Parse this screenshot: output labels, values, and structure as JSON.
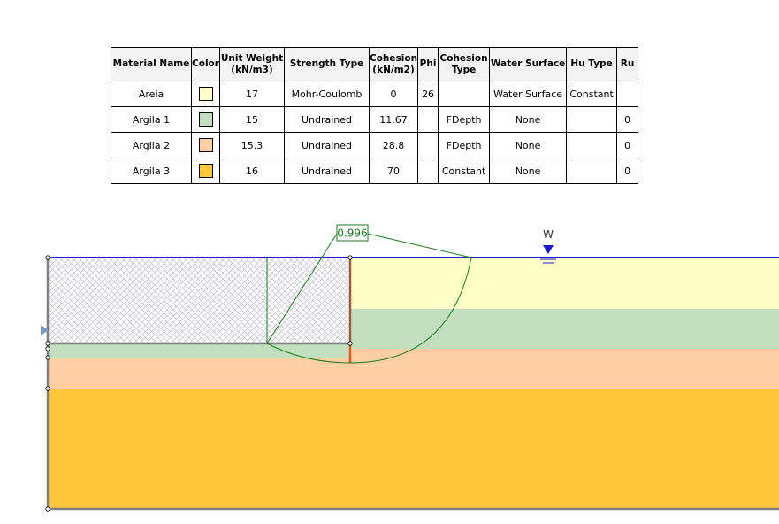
{
  "table": {
    "headers": [
      {
        "key": "name",
        "lines": [
          "Material Name"
        ]
      },
      {
        "key": "color",
        "lines": [
          "Color"
        ]
      },
      {
        "key": "unit_weight",
        "lines": [
          "Unit Weight",
          "(kN/m3)"
        ]
      },
      {
        "key": "strength_type",
        "lines": [
          "Strength Type"
        ]
      },
      {
        "key": "cohesion",
        "lines": [
          "Cohesion",
          "(kN/m2)"
        ]
      },
      {
        "key": "phi",
        "lines": [
          "Phi"
        ]
      },
      {
        "key": "cohesion_type",
        "lines": [
          "Cohesion",
          "Type"
        ]
      },
      {
        "key": "water_surface",
        "lines": [
          "Water Surface"
        ]
      },
      {
        "key": "hu_type",
        "lines": [
          "Hu Type"
        ]
      },
      {
        "key": "ru",
        "lines": [
          "Ru"
        ]
      }
    ],
    "rows": [
      {
        "name": "Areia",
        "color": "#fefec6",
        "unit_weight": "17",
        "strength_type": "Mohr-Coulomb",
        "cohesion": "0",
        "phi": "26",
        "cohesion_type": "",
        "water_surface": "Water Surface",
        "hu_type": "Constant",
        "ru": ""
      },
      {
        "name": "Argila 1",
        "color": "#c2e0bf",
        "unit_weight": "15",
        "strength_type": "Undrained",
        "cohesion": "11.67",
        "phi": "",
        "cohesion_type": "FDepth",
        "water_surface": "None",
        "hu_type": "",
        "ru": "0"
      },
      {
        "name": "Argila 2",
        "color": "#fecfa2",
        "unit_weight": "15.3",
        "strength_type": "Undrained",
        "cohesion": "28.8",
        "phi": "",
        "cohesion_type": "FDepth",
        "water_surface": "None",
        "hu_type": "",
        "ru": "0"
      },
      {
        "name": "Argila 3",
        "color": "#fec83a",
        "unit_weight": "16",
        "strength_type": "Undrained",
        "cohesion": "70",
        "phi": "",
        "cohesion_type": "Constant",
        "water_surface": "None",
        "hu_type": "",
        "ru": "0"
      }
    ]
  },
  "section": {
    "factor_of_safety": "0.996",
    "water_label": "W",
    "colors": {
      "areia": "#fefec6",
      "argila1": "#c2e0bf",
      "argila2": "#fecfa2",
      "argila3": "#fec83a",
      "water_line": "#1a1ad0",
      "slip_surface": "#1f7a1f",
      "boundary": "#808080",
      "support": "#e05a20",
      "hatch": "#b8b8c8"
    }
  }
}
